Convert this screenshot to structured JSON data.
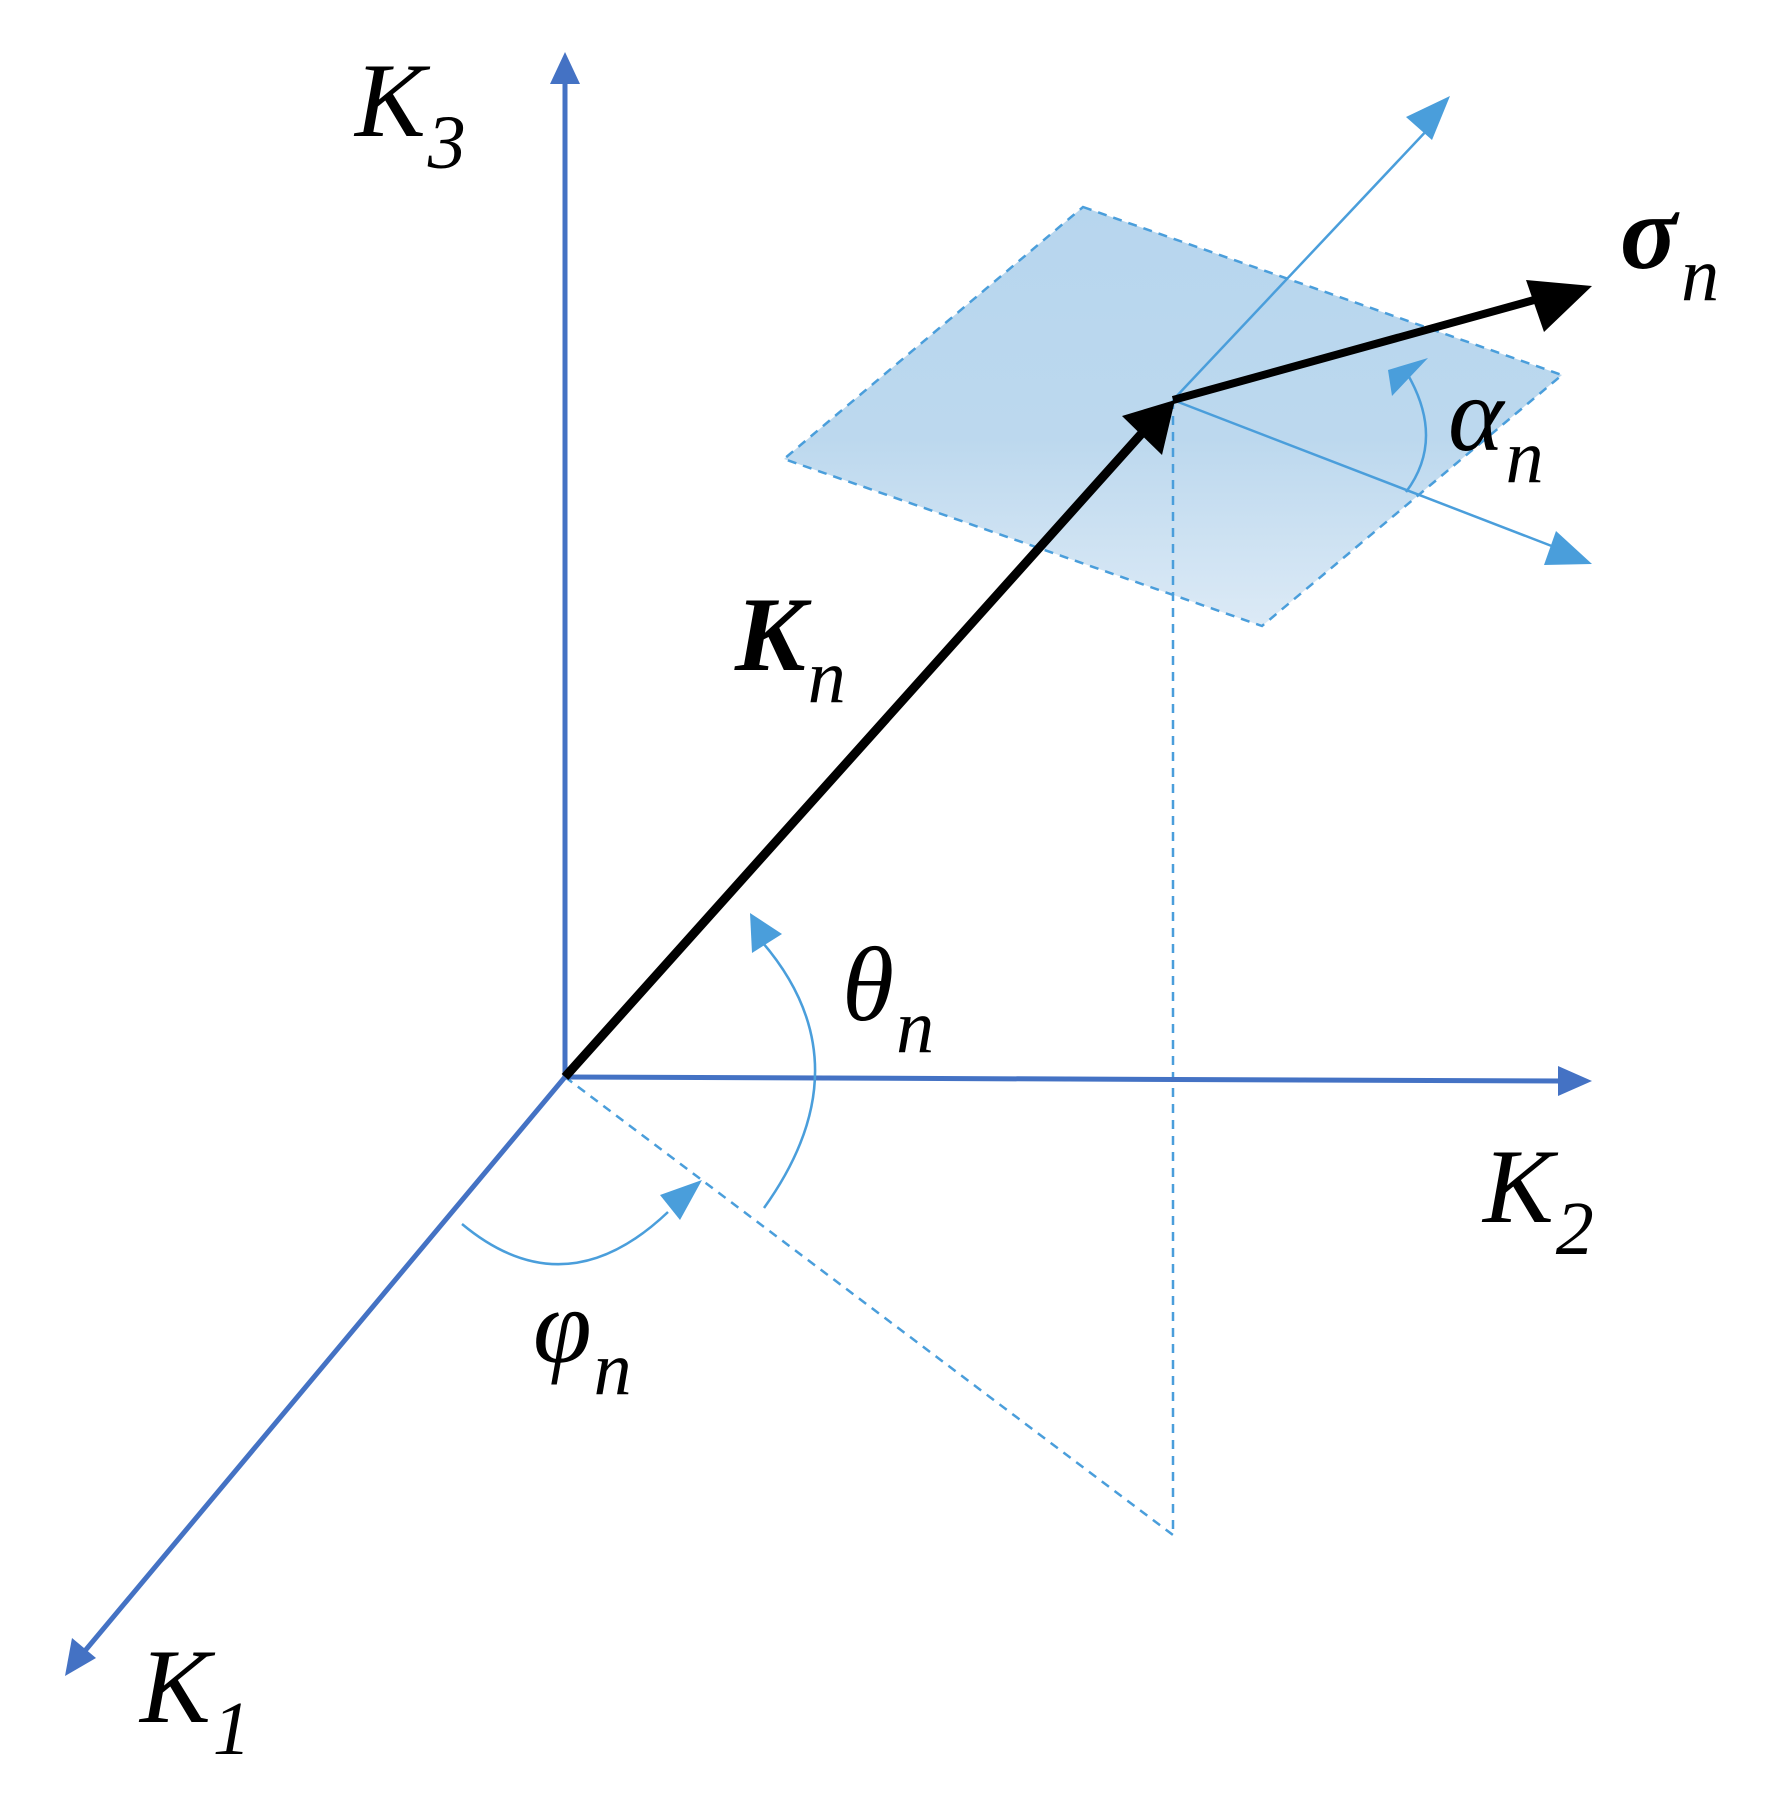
{
  "colors": {
    "axis": "#4472C4",
    "guide": "#4A9EDB",
    "vector": "#000000",
    "plane_top": "#B7D6EE",
    "plane_bottom": "#DCEAF6"
  },
  "labels": {
    "k3": {
      "main": "K",
      "sub": "3"
    },
    "k2": {
      "main": "K",
      "sub": "2"
    },
    "k1": {
      "main": "K",
      "sub": "1"
    },
    "kn": {
      "main": "K",
      "sub": "n"
    },
    "sigma": {
      "main": "σ",
      "sub": "n"
    },
    "alpha": {
      "main": "α",
      "sub": "n"
    },
    "theta": {
      "main": "θ",
      "sub": "n"
    },
    "phi": {
      "main": "φ",
      "sub": "n"
    }
  }
}
